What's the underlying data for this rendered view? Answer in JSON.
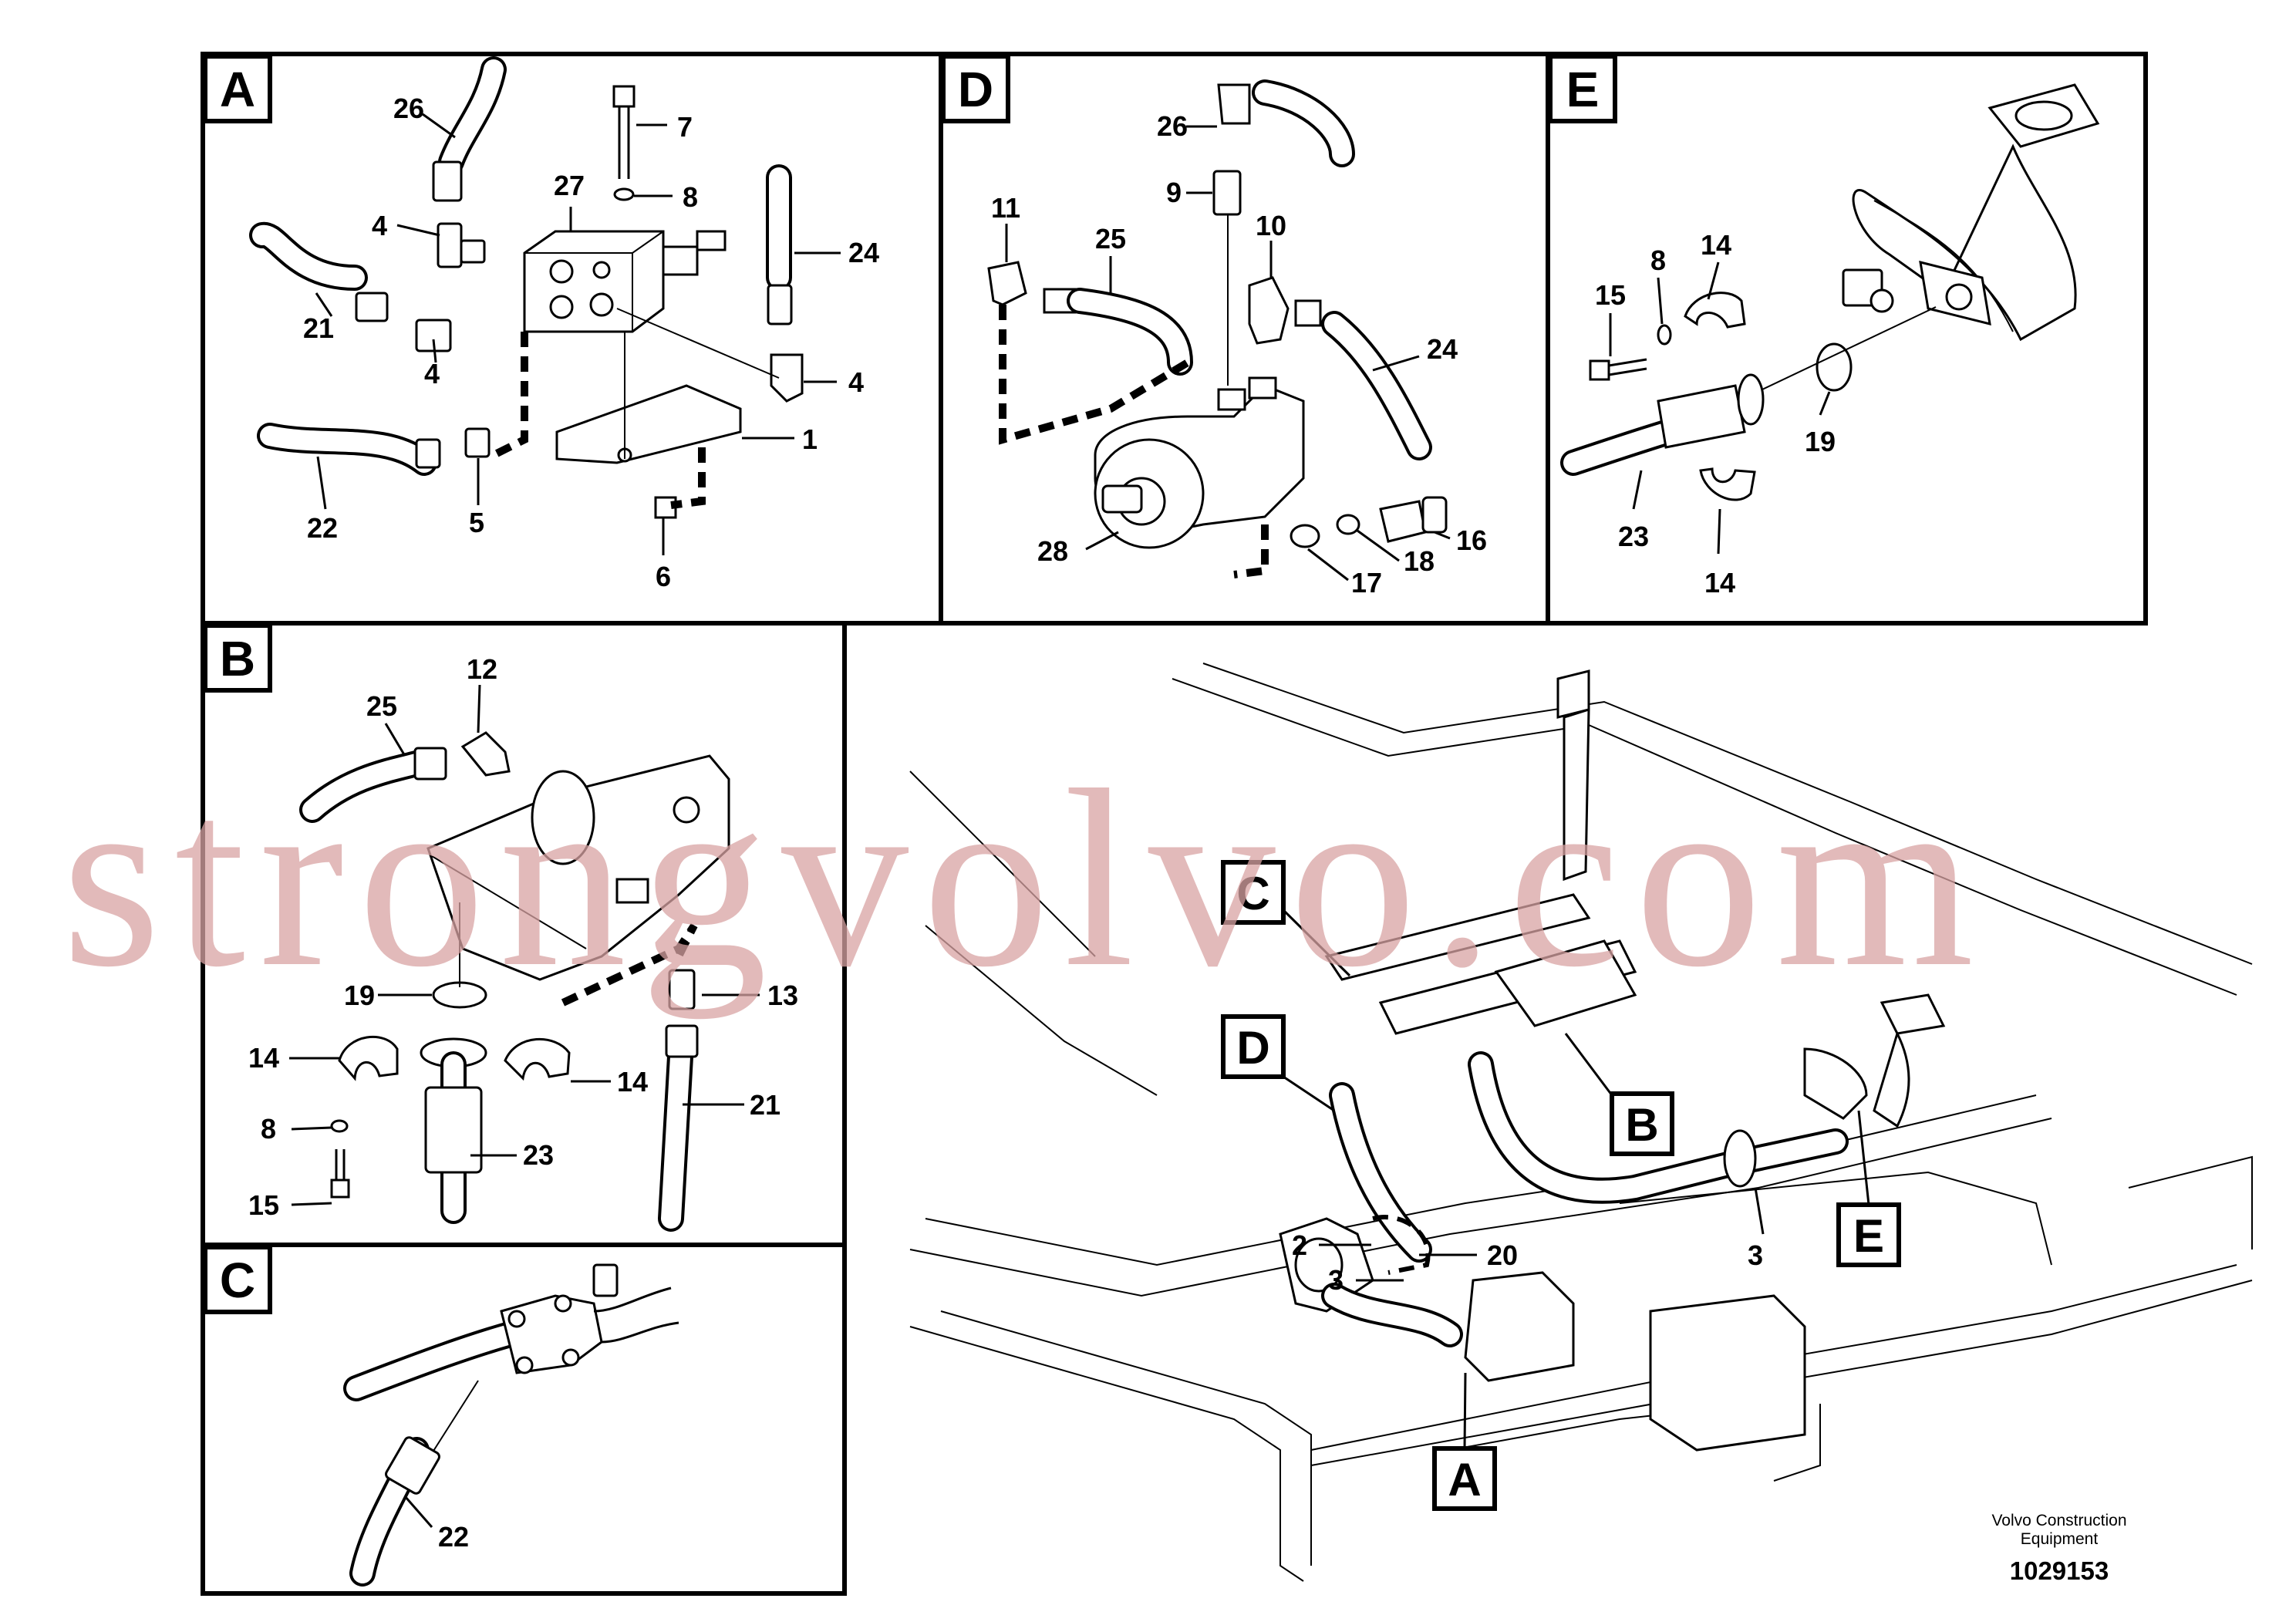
{
  "panels": {
    "A": {
      "tag": "A",
      "parts": [
        "26",
        "7",
        "27",
        "8",
        "4",
        "24",
        "21",
        "4",
        "4",
        "1",
        "22",
        "5",
        "6"
      ]
    },
    "D": {
      "tag": "D",
      "parts": [
        "26",
        "9",
        "11",
        "25",
        "10",
        "24",
        "28",
        "16",
        "18",
        "17"
      ]
    },
    "E": {
      "tag": "E",
      "parts": [
        "14",
        "15",
        "8",
        "19",
        "23",
        "14"
      ]
    },
    "B": {
      "tag": "B",
      "parts": [
        "12",
        "25",
        "19",
        "13",
        "14",
        "14",
        "8",
        "15",
        "23",
        "21"
      ]
    },
    "C": {
      "tag": "C",
      "parts": [
        "22"
      ]
    }
  },
  "overview": {
    "callouts": [
      "C",
      "D",
      "B",
      "E",
      "A"
    ],
    "parts": [
      "2",
      "3",
      "20",
      "3"
    ]
  },
  "watermark": "strongvolvo.com",
  "footer": {
    "brand_line1": "Volvo Construction",
    "brand_line2": "Equipment",
    "code": "1029153"
  }
}
